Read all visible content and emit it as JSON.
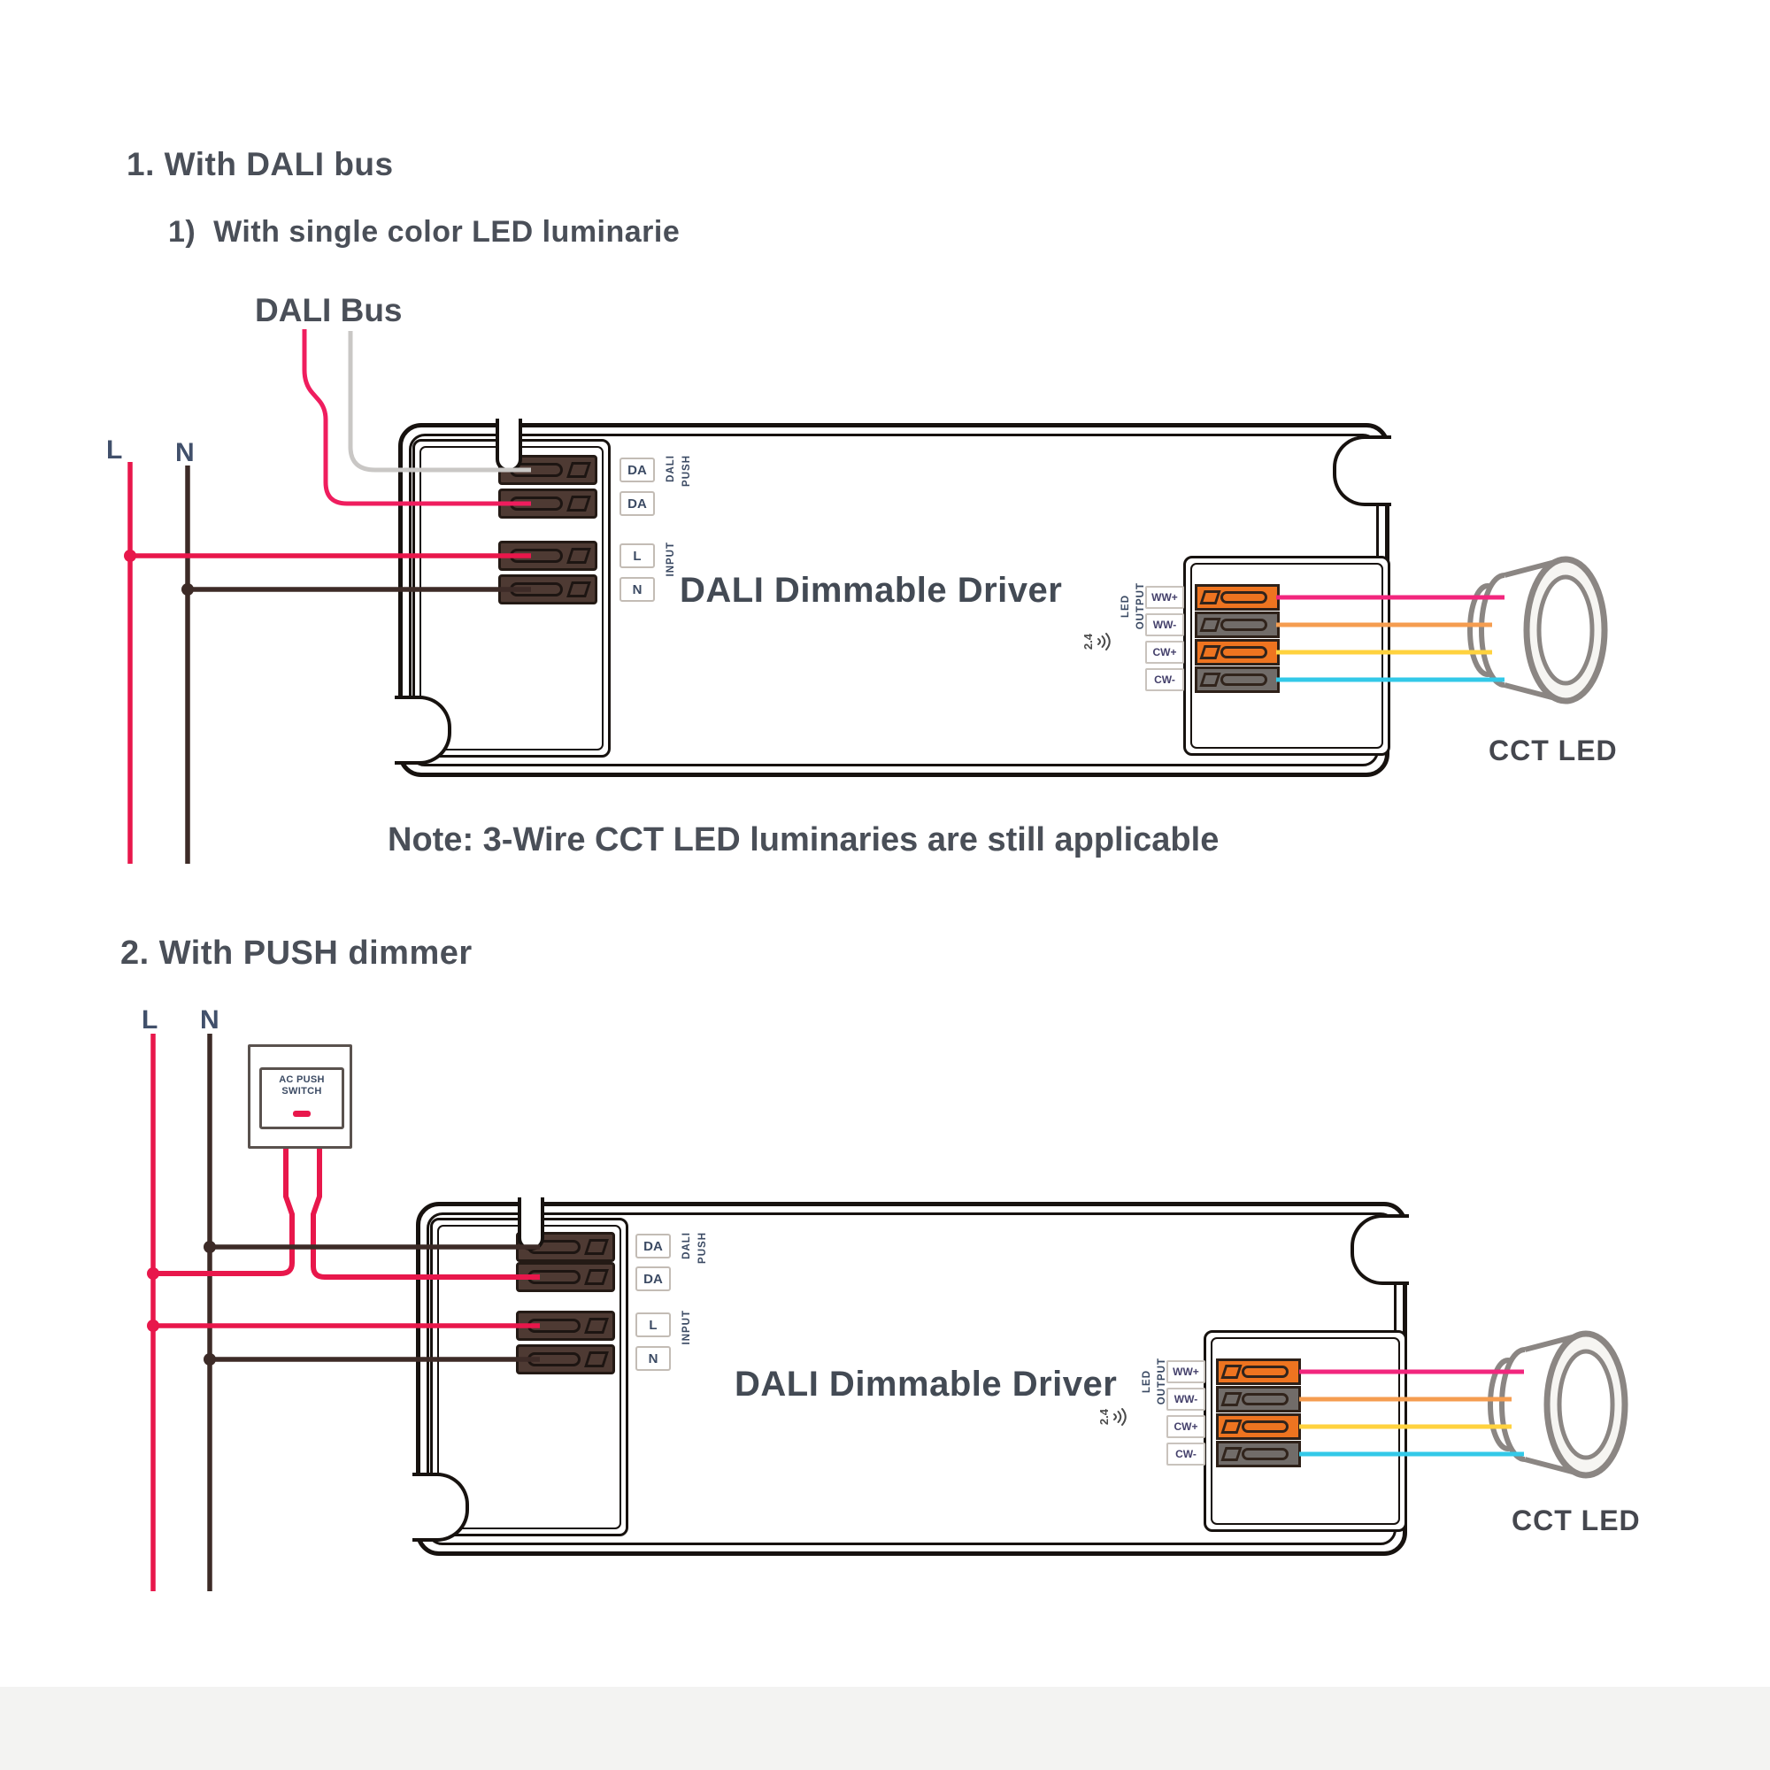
{
  "colors": {
    "wire_live": "#e8174b",
    "wire_neutral": "#3d2b27",
    "wire_dali_gray": "#c9c7c5",
    "wire_dali_pink": "#ef1d5e",
    "wire_ww_plus": "#f2267d",
    "wire_ww_minus": "#f59d50",
    "wire_cw_plus": "#ffd23e",
    "wire_cw_minus": "#33c9e8",
    "terminal_orange": "#ee7420",
    "terminal_gray": "#716c69",
    "terminal_brown": "#4e3a33",
    "outline_black": "#17120f",
    "text_dark": "#4a4f58"
  },
  "section1": {
    "heading": "1. With DALI bus",
    "subheading": "1)  With single color LED luminarie",
    "dali_bus_label": "DALI Bus",
    "line_l_label": "L",
    "line_n_label": "N",
    "note": "Note: 3-Wire CCT LED luminaries are still applicable",
    "cct_led_label": "CCT LED"
  },
  "section2": {
    "heading": "2. With PUSH dimmer",
    "line_l_label": "L",
    "line_n_label": "N",
    "push_switch_label_line1": "AC PUSH",
    "push_switch_label_line2": "SWITCH",
    "cct_led_label": "CCT LED"
  },
  "driver": {
    "title": "DALI Dimmable Driver",
    "dali_terminal_labels": [
      "DA",
      "DA"
    ],
    "dali_side_labels": [
      "DALI",
      "PUSH"
    ],
    "power_terminal_labels": [
      "L",
      "N"
    ],
    "power_side_label": "INPUT",
    "output_side_labels": [
      "LED",
      "OUTPUT"
    ],
    "output_terminal_labels": [
      "WW+",
      "WW-",
      "CW+",
      "CW-"
    ],
    "wireless_label": "2.4"
  }
}
